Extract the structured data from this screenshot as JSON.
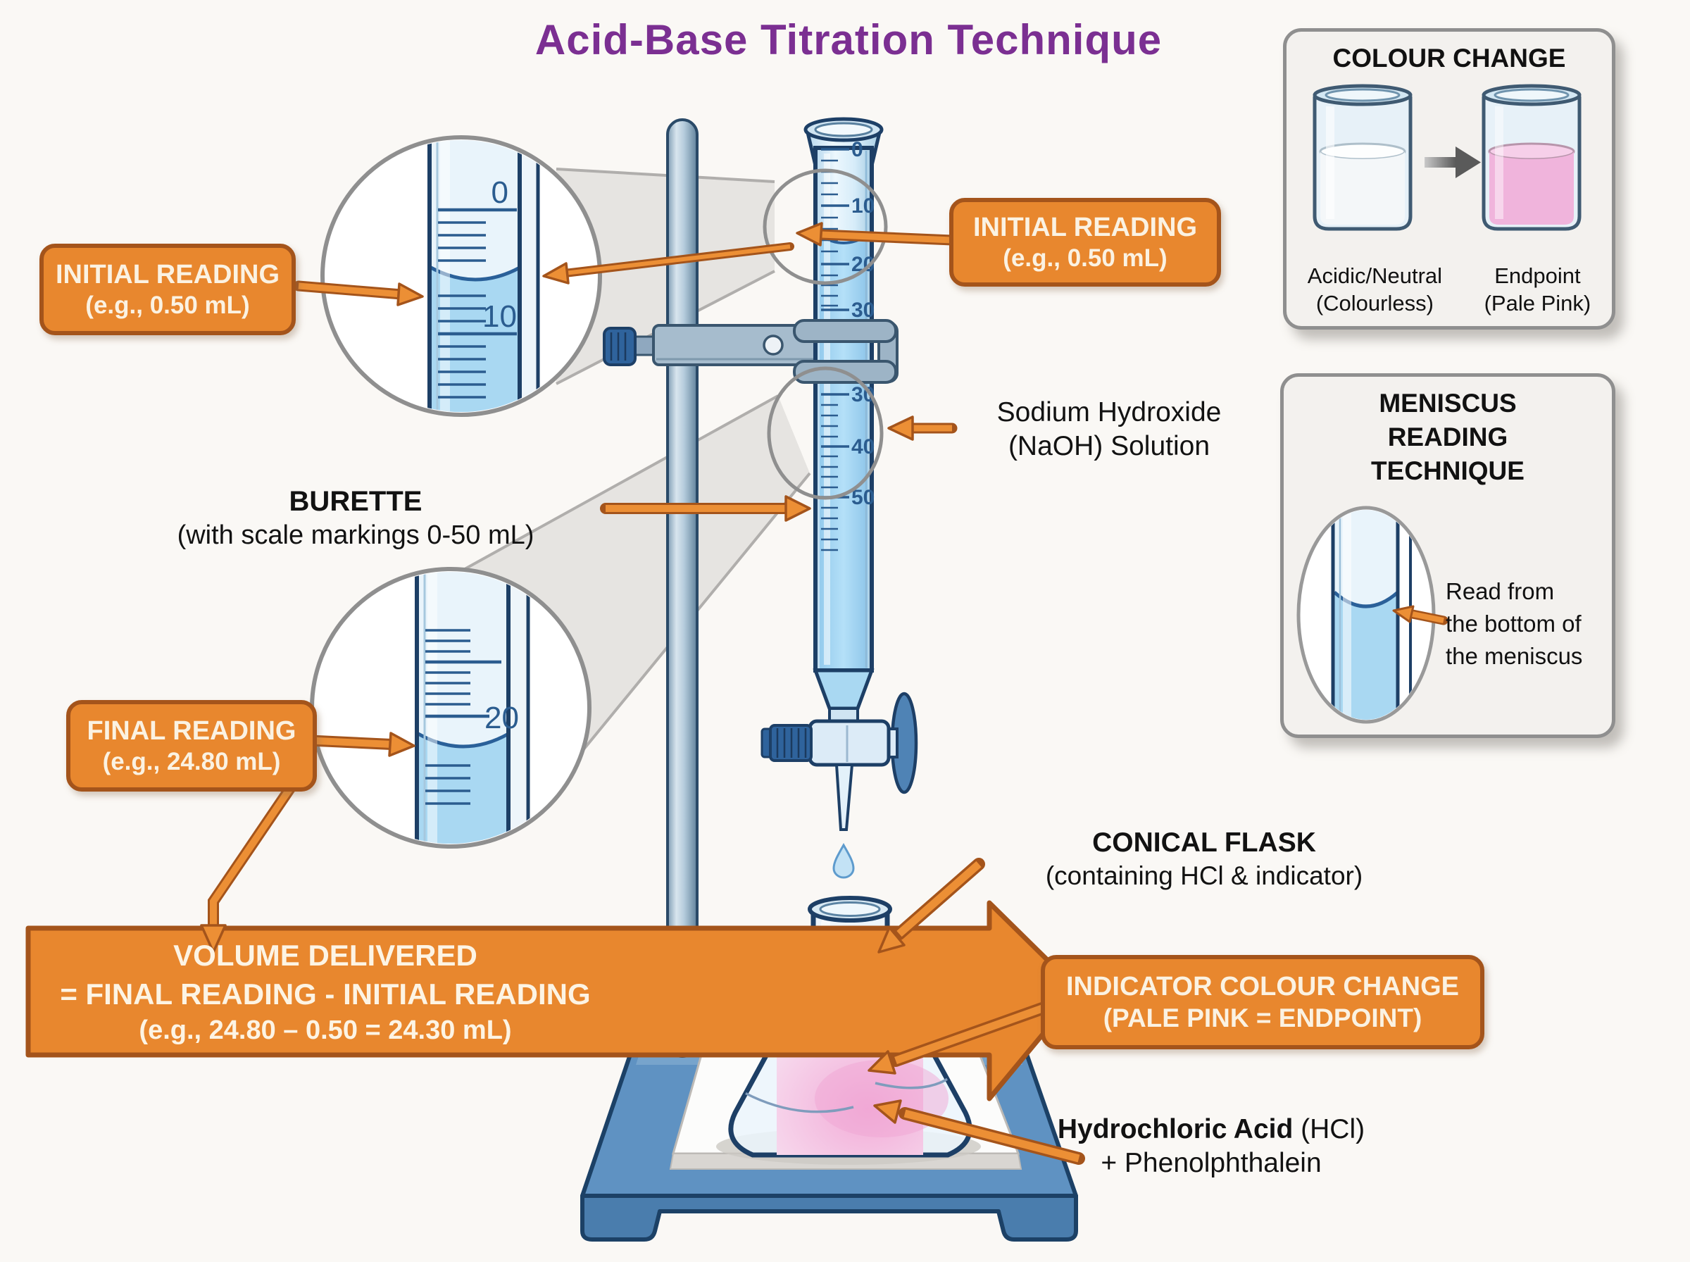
{
  "title": "Acid-Base Titration Technique",
  "colors": {
    "accent_orange": "#e8872e",
    "orange_border": "#a4541b",
    "title_purple": "#7b2f92",
    "outline_navy": "#1d3f66",
    "burette_liquid_blue": "#a9d8f2",
    "endpoint_pink": "#f0b4dc",
    "stand_base_blue": "#4a7dad",
    "panel_gray": "#f3f1ee"
  },
  "callouts": {
    "initial_reading_left": {
      "title": "INITIAL READING",
      "subtitle": "(e.g., 0.50 mL)"
    },
    "initial_reading_right": {
      "title": "INITIAL READING",
      "subtitle": "(e.g., 0.50 mL)"
    },
    "final_reading": {
      "title": "FINAL READING",
      "subtitle": "(e.g., 24.80 mL)"
    },
    "indicator_change": {
      "title": "INDICATOR COLOUR CHANGE",
      "subtitle": "(PALE PINK = ENDPOINT)"
    },
    "volume_delivered": {
      "line1": "VOLUME DELIVERED",
      "line2": "= FINAL READING - INITIAL READING",
      "line3": "(e.g., 24.80 – 0.50 = 24.30 mL)"
    }
  },
  "plain_labels": {
    "burette": {
      "title": "BURETTE",
      "subtitle": "(with scale markings 0-50 mL)"
    },
    "naoh": {
      "line1": "Sodium Hydroxide",
      "line2": "(NaOH) Solution"
    },
    "conical_flask": {
      "title": "CONICAL FLASK",
      "subtitle": "(containing HCl & indicator)"
    },
    "hcl": {
      "bold": "Hydrochloric Acid",
      "rest": " (HCl)",
      "line2": "+ Phenolphthalein"
    }
  },
  "panels": {
    "colour_change": {
      "title": "COLOUR CHANGE",
      "left_caption_line1": "Acidic/Neutral",
      "left_caption_line2": "(Colourless)",
      "right_caption_line1": "Endpoint",
      "right_caption_line2": "(Pale Pink)"
    },
    "meniscus": {
      "title_line1": "MENISCUS",
      "title_line2": "READING",
      "title_line3": "TECHNIQUE",
      "caption_line1": "Read from",
      "caption_line2": "the bottom of",
      "caption_line3": "the meniscus"
    }
  },
  "burette": {
    "scale_labels": [
      "0",
      "10",
      "20",
      "30",
      "30",
      "40",
      "50"
    ]
  },
  "magnifier_top": {
    "labels": [
      "0",
      "10"
    ]
  },
  "magnifier_bottom": {
    "label": "20"
  }
}
